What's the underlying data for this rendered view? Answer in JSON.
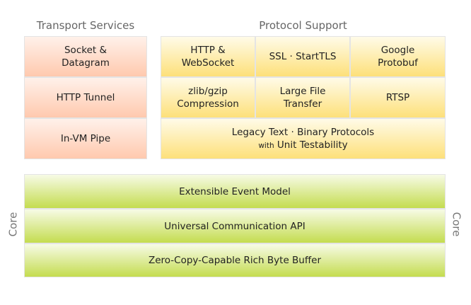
{
  "transport": {
    "title": "Transport Services",
    "items": [
      "Socket &\nDatagram",
      "HTTP Tunnel",
      "In-VM Pipe"
    ]
  },
  "protocol": {
    "title": "Protocol Support",
    "items": [
      "HTTP &\nWebSocket",
      "SSL · StartTLS",
      "Google\nProtobuf",
      "zlib/gzip\nCompression",
      "Large File\nTransfer",
      "RTSP"
    ],
    "legacy_line1": "Legacy Text · Binary Protocols",
    "legacy_with": "with",
    "legacy_line2": "Unit Testability"
  },
  "core": {
    "label": "Core",
    "items": [
      "Extensible Event Model",
      "Universal Communication API",
      "Zero-Copy-Capable Rich Byte Buffer"
    ]
  },
  "colors": {
    "transport": "#ffc9ae",
    "protocol": "#fde07a",
    "core": "#c4dc4f"
  }
}
